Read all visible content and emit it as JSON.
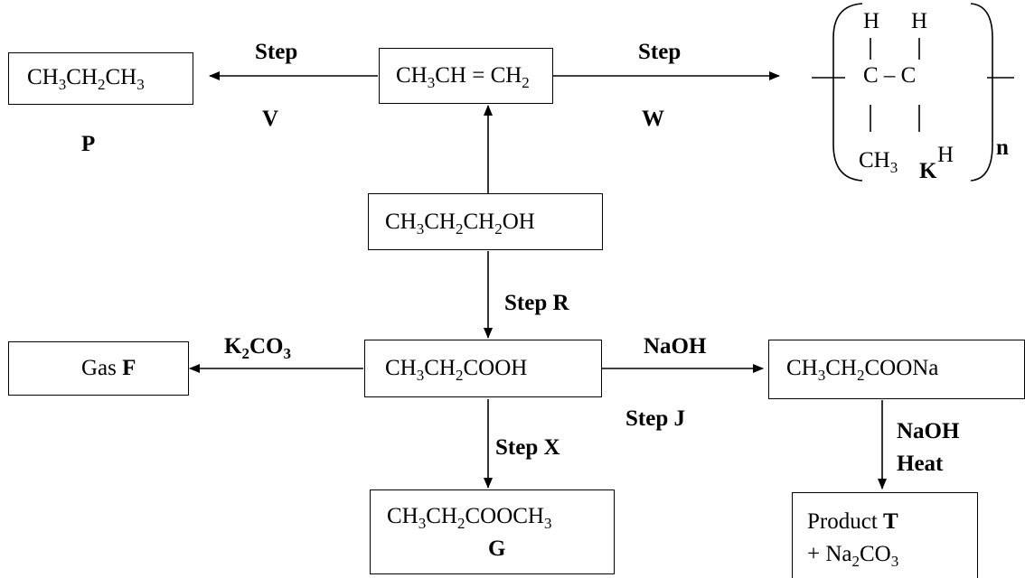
{
  "nodes": {
    "propane": {
      "parts": [
        [
          "CH",
          "n"
        ],
        [
          "3",
          "s"
        ],
        [
          "CH",
          "n"
        ],
        [
          "2",
          "s"
        ],
        [
          "CH",
          "n"
        ],
        [
          "3",
          "s"
        ]
      ],
      "label": "P"
    },
    "propene": {
      "parts": [
        [
          "CH",
          "n"
        ],
        [
          "3",
          "s"
        ],
        [
          "CH = CH",
          "n"
        ],
        [
          "2",
          "s"
        ]
      ]
    },
    "propanol": {
      "parts": [
        [
          "CH",
          "n"
        ],
        [
          "3",
          "s"
        ],
        [
          "CH",
          "n"
        ],
        [
          "2",
          "s"
        ],
        [
          "CH",
          "n"
        ],
        [
          "2",
          "s"
        ],
        [
          "OH",
          "n"
        ]
      ]
    },
    "propanoic": {
      "parts": [
        [
          "CH",
          "n"
        ],
        [
          "3",
          "s"
        ],
        [
          "CH",
          "n"
        ],
        [
          "2",
          "s"
        ],
        [
          "COOH",
          "n"
        ]
      ]
    },
    "gas": {
      "text": "Gas ",
      "bold": "F"
    },
    "salt": {
      "parts": [
        [
          "CH",
          "n"
        ],
        [
          "3",
          "s"
        ],
        [
          "CH",
          "n"
        ],
        [
          "2",
          "s"
        ],
        [
          "COONa",
          "n"
        ]
      ]
    },
    "ester": {
      "parts": [
        [
          "CH",
          "n"
        ],
        [
          "3",
          "s"
        ],
        [
          "CH",
          "n"
        ],
        [
          "2",
          "s"
        ],
        [
          "COOCH",
          "n"
        ],
        [
          "3",
          "s"
        ]
      ],
      "label": "G"
    },
    "product": {
      "line1": "Product ",
      "line1_bold": "T",
      "line2_parts": [
        [
          "+ Na",
          "n"
        ],
        [
          "2",
          "s"
        ],
        [
          "CO",
          "n"
        ],
        [
          "3",
          "s"
        ]
      ]
    }
  },
  "edges": {
    "step_v_top": "Step",
    "step_v_bottom": "V",
    "step_w_top": "Step",
    "step_w_bottom": "W",
    "step_r": "Step R",
    "k2co3": [
      [
        "K",
        "n"
      ],
      [
        "2",
        "s"
      ],
      [
        "CO",
        "n"
      ],
      [
        "3",
        "s"
      ]
    ],
    "naoh": "NaOH",
    "step_j": "Step J",
    "step_x": "Step X",
    "naoh_heat_1": "NaOH",
    "naoh_heat_2": "Heat"
  },
  "polymer": {
    "h1": "H",
    "h2": "H",
    "backbone": "C – C",
    "ch": "CH",
    "ch_sub": "3",
    "h3": "H",
    "n": "n",
    "label": "K"
  }
}
